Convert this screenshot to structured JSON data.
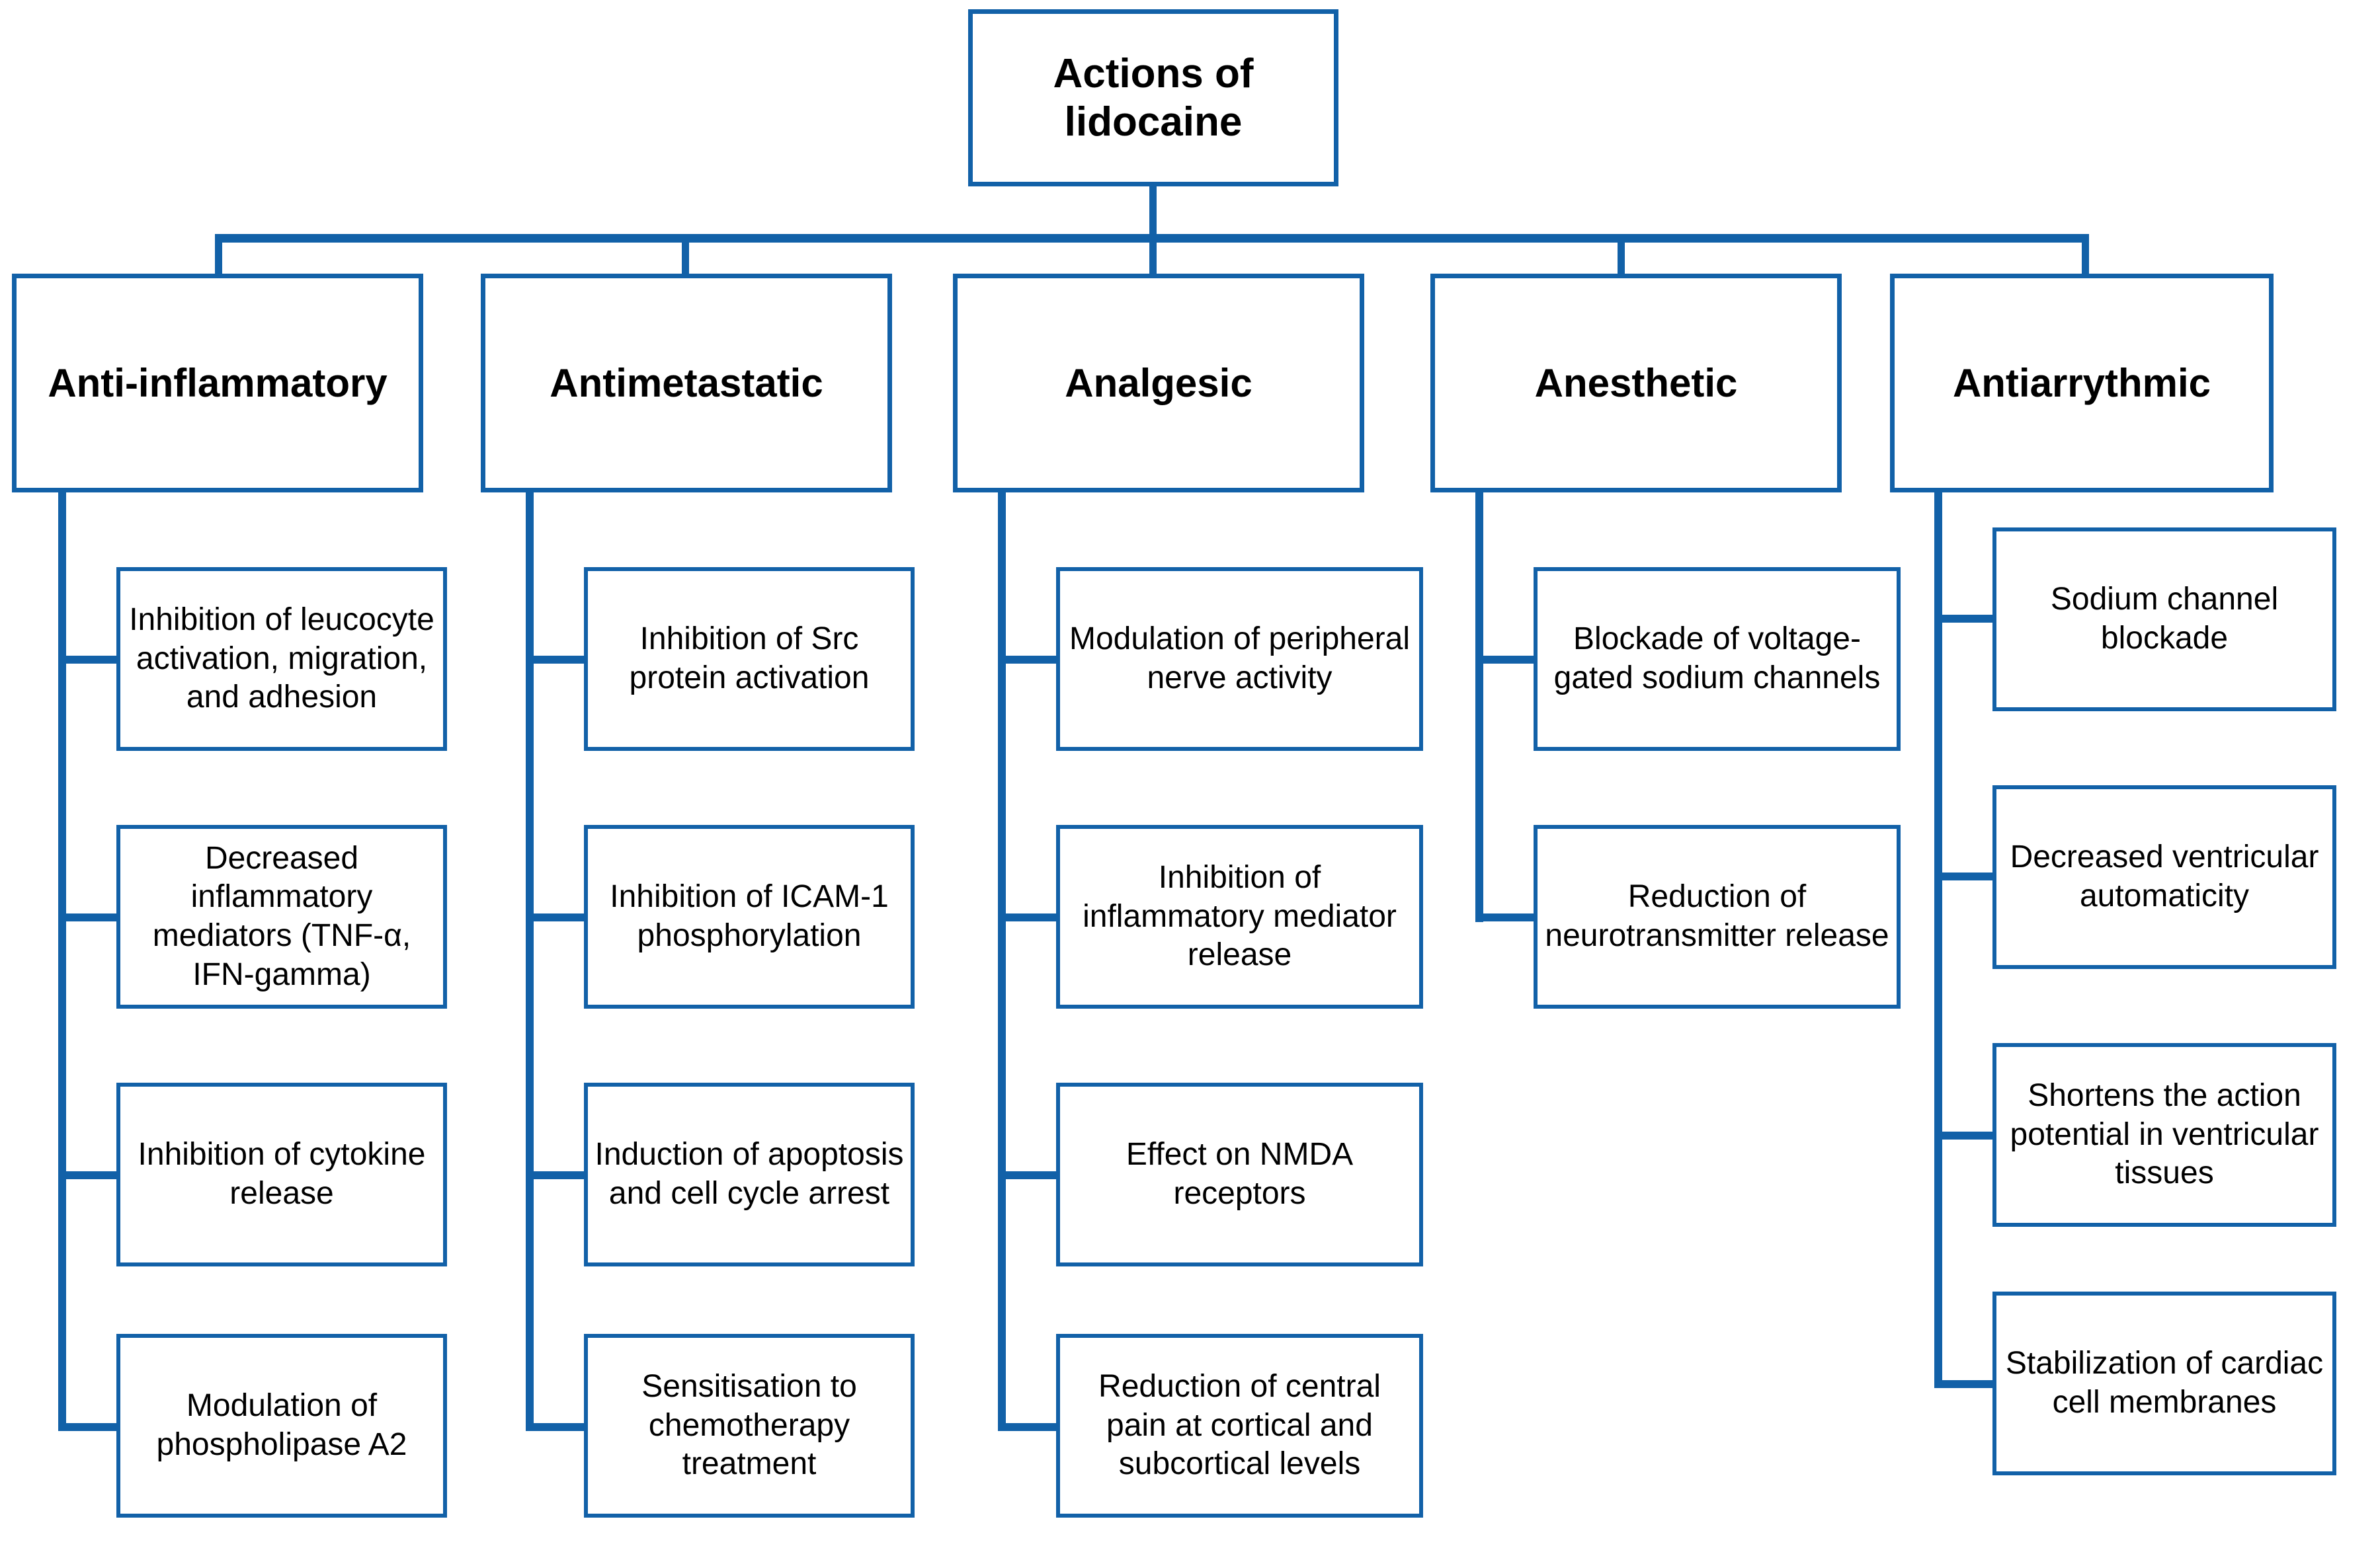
{
  "accent_color": "#1261A8",
  "text_color": "#000000",
  "background_color": "#FFFFFF",
  "diagram": {
    "type": "hierarchy-tree",
    "root": {
      "label": "Actions of lidocaine"
    },
    "branches": [
      {
        "label": "Anti-inflammatory",
        "children": [
          {
            "label": "Inhibition of leucocyte activation, migration, and adhesion"
          },
          {
            "label": "Decreased inflammatory mediators (TNF-α, IFN-gamma)"
          },
          {
            "label": "Inhibition of cytokine release"
          },
          {
            "label": "Modulation of phospholipase A2"
          }
        ]
      },
      {
        "label": "Antimetastatic",
        "children": [
          {
            "label": "Inhibition of Src protein activation"
          },
          {
            "label": "Inhibition of ICAM-1 phosphorylation"
          },
          {
            "label": "Induction of apoptosis and cell cycle arrest"
          },
          {
            "label": "Sensitisation to chemotherapy treatment"
          }
        ]
      },
      {
        "label": "Analgesic",
        "children": [
          {
            "label": "Modulation of peripheral nerve activity"
          },
          {
            "label": "Inhibition of inflammatory mediator release"
          },
          {
            "label": "Effect on NMDA receptors"
          },
          {
            "label": "Reduction of central pain at cortical and subcortical levels"
          }
        ]
      },
      {
        "label": "Anesthetic",
        "children": [
          {
            "label": "Blockade of voltage-gated sodium channels"
          },
          {
            "label": "Reduction of neurotransmitter release"
          }
        ]
      },
      {
        "label": "Antiarrythmic",
        "children": [
          {
            "label": "Sodium channel blockade"
          },
          {
            "label": "Decreased ventricular automaticity"
          },
          {
            "label": "Shortens the action potential in ventricular tissues"
          },
          {
            "label": "Stabilization of cardiac cell membranes"
          }
        ]
      }
    ]
  }
}
